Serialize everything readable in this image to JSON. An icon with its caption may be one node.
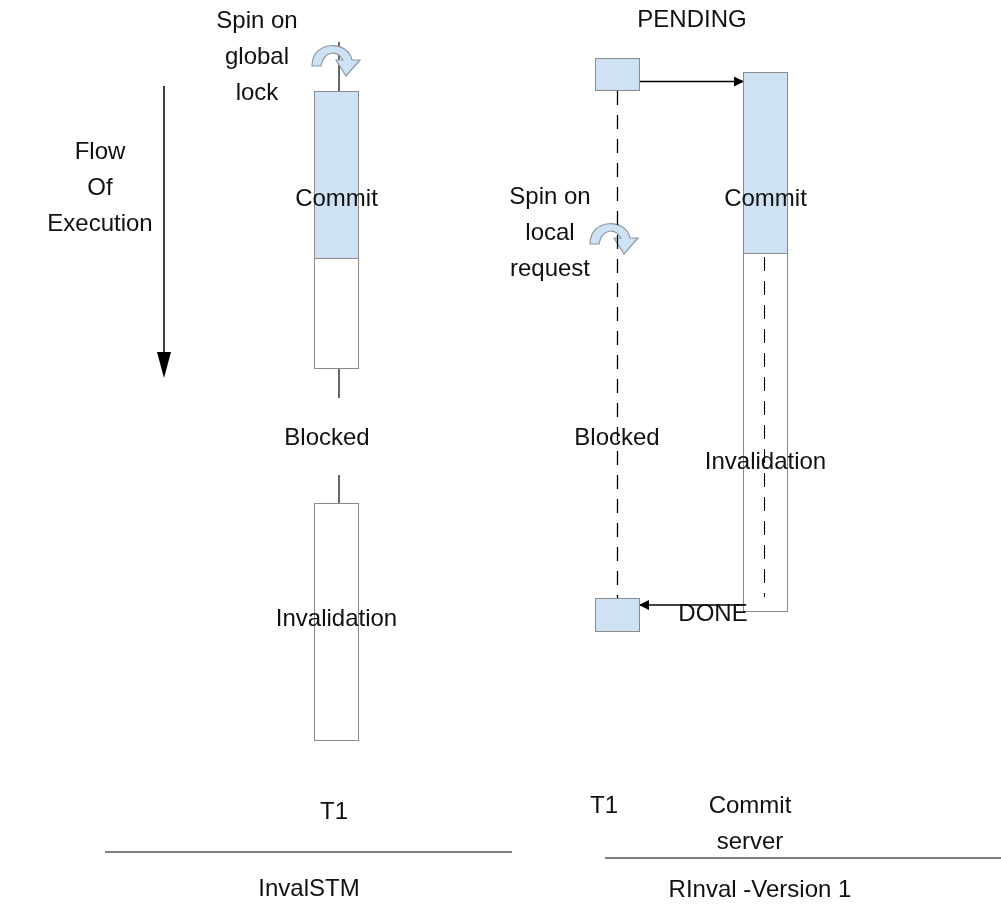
{
  "diagram": {
    "nodes": [
      {
        "text": [
          "Commit"
        ]
      },
      {
        "text": [],
        "shape": "bar"
      },
      {
        "text": [
          "Invalidation"
        ]
      },
      {
        "text": [],
        "shape": "box"
      },
      {
        "text": [
          "Commit"
        ]
      },
      {
        "text": [
          "Invalidation"
        ]
      },
      {
        "text": [],
        "shape": "box"
      }
    ],
    "edges": [
      {
        "from": 3,
        "to": 4,
        "arrow": "to",
        "label": "PENDING"
      },
      {
        "from": 5,
        "to": 6,
        "arrow": "to",
        "label": "DONE"
      },
      {
        "from": 3,
        "to": 6,
        "arrow": "none",
        "style": "dashed"
      }
    ],
    "labels": [
      "Spin on global lock",
      "Flow Of Execution",
      "Blocked",
      "T1",
      "InvalSTM",
      "Spin on local request",
      "Blocked",
      "T1",
      "Commit server",
      "RInval -Version 1"
    ]
  }
}
